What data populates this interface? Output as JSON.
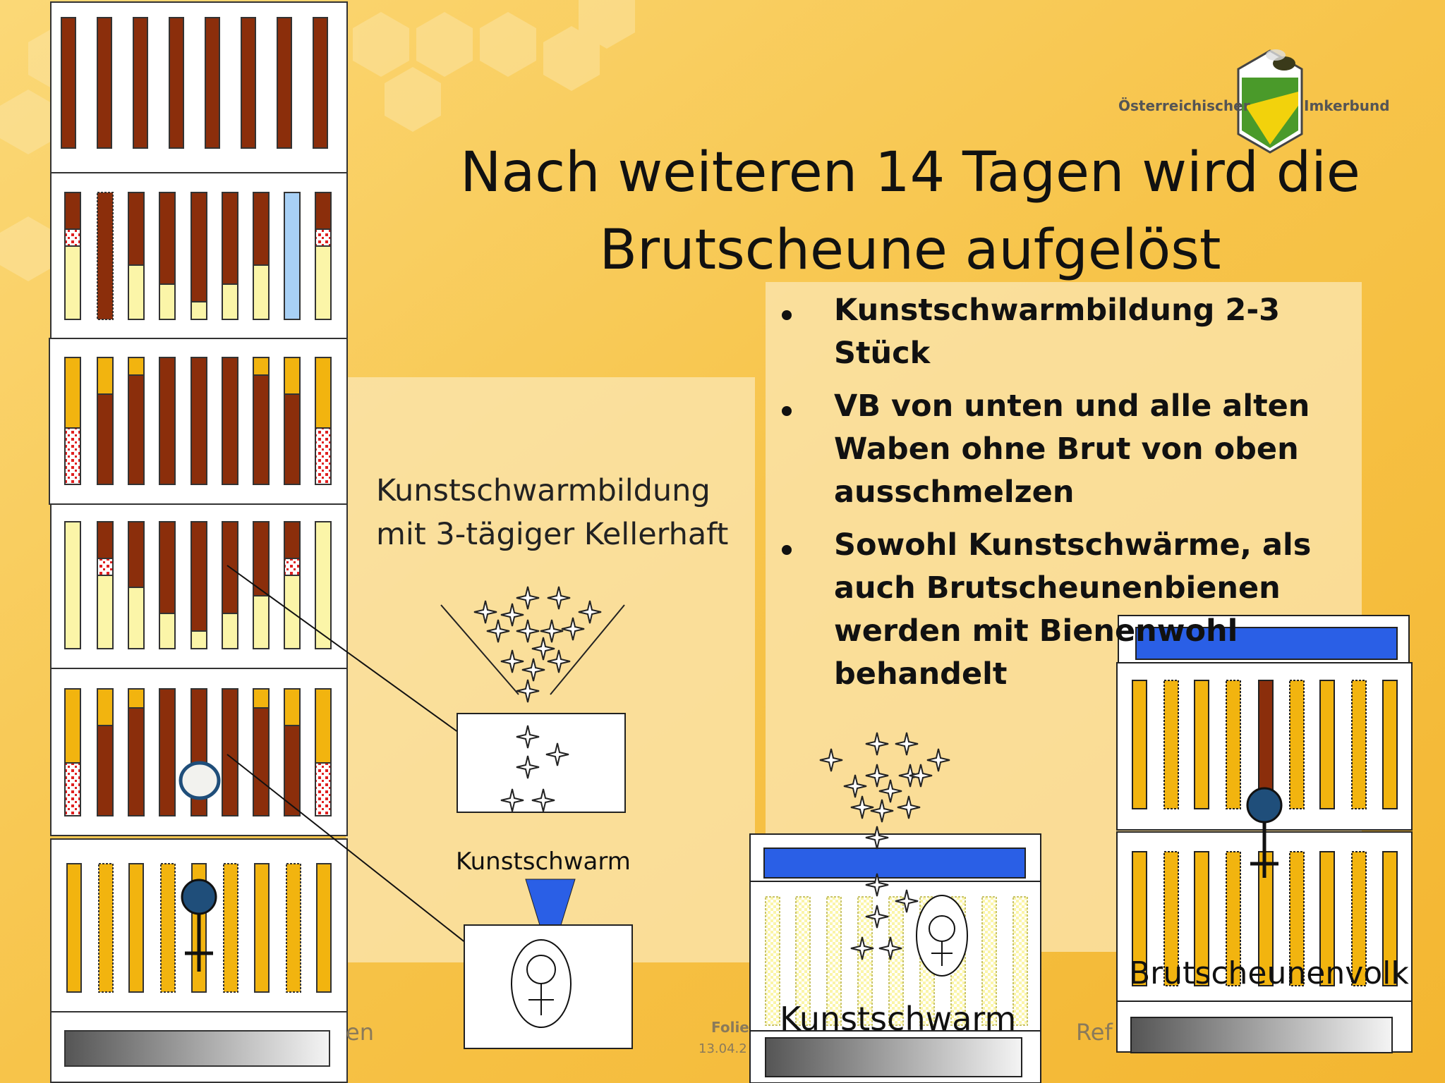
{
  "title_line1": "Nach weiteren 14 Tagen wird die",
  "title_line2": "Brutscheune aufgelöst",
  "bullets": [
    "Kunstschwarmbildung 2-3 Stück",
    "VB von unten und alle alten Waben ohne Brut von oben ausschmelzen",
    "Sowohl Kunstschwärme, als auch Brutscheunenbienen werden mit Bienenwohl behandelt"
  ],
  "caption_line1": "Kunstschwarmbildung",
  "caption_line2": "mit 3-tägiger Kellerhaft",
  "label_kunstschwarm_small": "Kunstschwarm",
  "label_kunstschwarm_large": "Kunstschwarm",
  "label_brutscheunenvolk": "Brutscheunenvolk",
  "logo_left": "Österreichischer",
  "logo_right": "Imkerbund",
  "footer_left": "en",
  "footer_folie": "Folie",
  "footer_date": "13.04.2",
  "footer_right": "Ref",
  "colors": {
    "background": "#f6c64a",
    "comb_brood": "#8b2e0b",
    "comb_honey": "#f2b40f",
    "comb_pale": "#fbf5a8",
    "blue_lid": "#2a5fe6",
    "queen": "#1f4e7a"
  }
}
